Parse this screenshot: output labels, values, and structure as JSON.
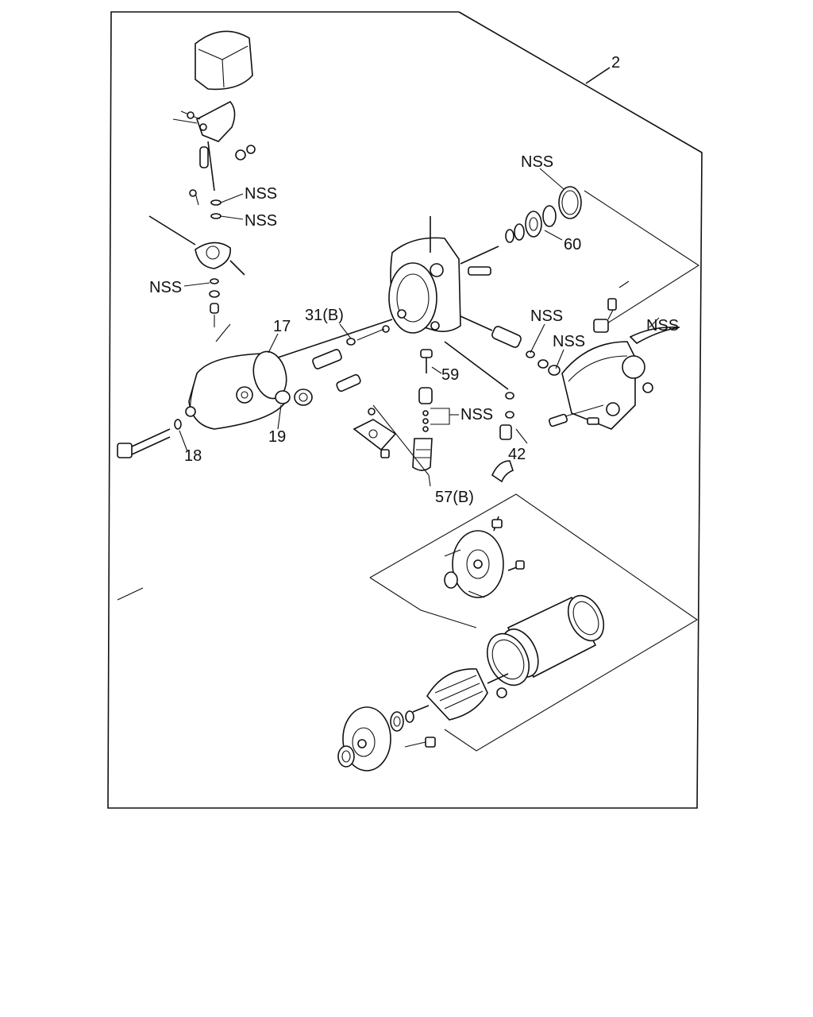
{
  "diagram": {
    "callouts": {
      "assembly": "2",
      "nss_seal_top": "NSS",
      "nss_bearing_right": "NSS",
      "nss_washer_upper": "NSS",
      "nss_washer_lower": "NSS",
      "nss_lever_left": "NSS",
      "nss_solenoid_1": "NSS",
      "nss_solenoid_2": "NSS",
      "nss_spring_center": "NSS",
      "part_60": "60",
      "part_31b": "31(B)",
      "part_17": "17",
      "part_59": "59",
      "part_19": "19",
      "part_18": "18",
      "part_42": "42",
      "part_57b": "57(B)"
    }
  }
}
